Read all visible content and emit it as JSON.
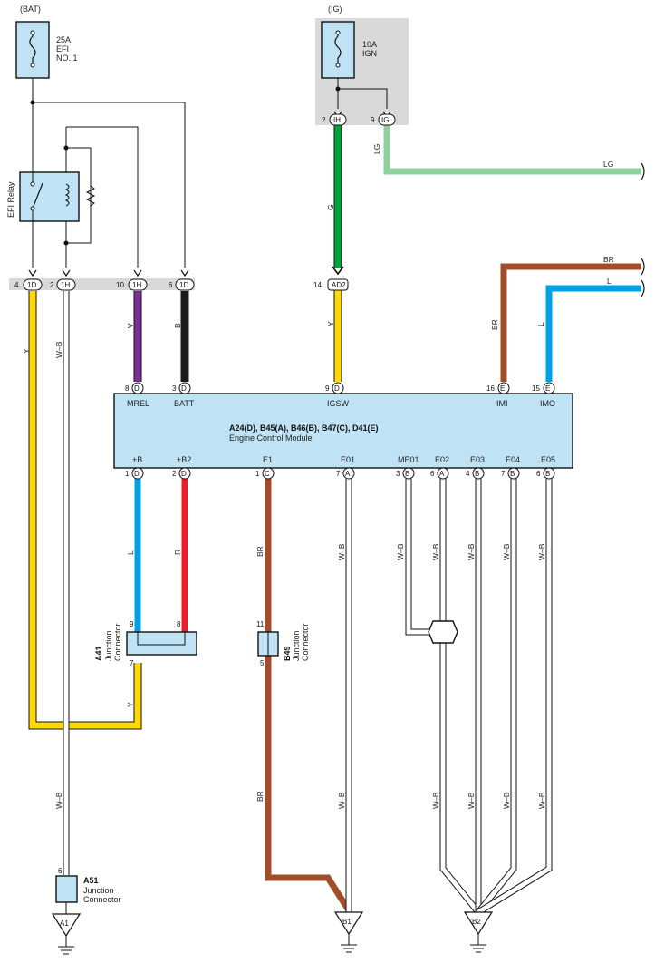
{
  "colors": {
    "Y": "#ffd900",
    "V": "#7a2f96",
    "B": "#1a1a1a",
    "G": "#00a33a",
    "LG": "#8fd19e",
    "BR": "#a04e2a",
    "L": "#00a0e6",
    "R": "#e8202a",
    "W-B": "#ffffff",
    "box_fill": "#bfe3f5",
    "connector_bar": "#d9d9d9"
  },
  "power": {
    "bat_label": "(BAT)",
    "bat_fuse": [
      "25A",
      "EFI",
      "NO. 1"
    ],
    "ig_label": "(IG)",
    "ig_fuse": [
      "10A",
      "IGN"
    ]
  },
  "relay": {
    "label": "EFI Relay"
  },
  "ig_pins": [
    {
      "num": "2",
      "code": "IH"
    },
    {
      "num": "9",
      "code": "IG"
    }
  ],
  "top_connector_pins": [
    {
      "num": "4",
      "code": "1D"
    },
    {
      "num": "2",
      "code": "1H"
    },
    {
      "num": "10",
      "code": "1H"
    },
    {
      "num": "6",
      "code": "1D"
    }
  ],
  "ad2": {
    "num": "14",
    "code": "AD2"
  },
  "ecm": {
    "title": "A24(D), B45(A), B46(B), B47(C), D41(E)",
    "subtitle": "Engine Control Module",
    "top_pins": [
      {
        "num": "8",
        "code": "D",
        "name": "MREL"
      },
      {
        "num": "3",
        "code": "D",
        "name": "BATT"
      },
      {
        "num": "9",
        "code": "D",
        "name": "IGSW"
      },
      {
        "num": "16",
        "code": "E",
        "name": "IMI"
      },
      {
        "num": "15",
        "code": "E",
        "name": "IMO"
      }
    ],
    "bottom_pins": [
      {
        "num": "1",
        "code": "D",
        "name": "+B"
      },
      {
        "num": "2",
        "code": "D",
        "name": "+B2"
      },
      {
        "num": "1",
        "code": "C",
        "name": "E1"
      },
      {
        "num": "7",
        "code": "A",
        "name": "E01"
      },
      {
        "num": "3",
        "code": "B",
        "name": "ME01"
      },
      {
        "num": "6",
        "code": "A",
        "name": "E02"
      },
      {
        "num": "4",
        "code": "B",
        "name": "E03"
      },
      {
        "num": "7",
        "code": "B",
        "name": "E04"
      },
      {
        "num": "6",
        "code": "B",
        "name": "E05"
      }
    ]
  },
  "wire_labels": {
    "lg_vertical": "LG",
    "lg_horizontal": "LG",
    "g": "G",
    "y_ad2": "Y",
    "br_vertical": "BR",
    "br_horizontal": "BR",
    "l_vertical": "L",
    "l_horizontal": "L",
    "y_left": "Y",
    "wb_left": "W–B",
    "v": "V",
    "b": "B",
    "l_b": "L",
    "r_b2": "R",
    "br_e1": "BR",
    "wb_e01": "W–B",
    "wb_me01": "W–B",
    "wb_e02": "W–B",
    "wb_e03": "W–B",
    "wb_e04": "W–B",
    "wb_e05": "W–B",
    "y_bottom": "Y",
    "wb_left_low": "W–B",
    "br_low": "BR",
    "wb_e01_low": "W–B",
    "wb_e02_low": "W–B",
    "wb_e03_low": "W–B",
    "wb_e04_low": "W–B",
    "wb_e05_low": "W–B"
  },
  "a41": {
    "id": "A41",
    "desc": [
      "Junction",
      "Connector"
    ],
    "pin9": "9",
    "pin8": "8",
    "pin7": "7"
  },
  "b49": {
    "id": "B49",
    "desc": [
      "Junction",
      "Connector"
    ],
    "pin11": "11",
    "pin5": "5"
  },
  "a51": {
    "id": "A51",
    "desc": [
      "Junction",
      "Connector"
    ],
    "pin6": "6"
  },
  "grounds": [
    "A1",
    "B1",
    "B2"
  ]
}
